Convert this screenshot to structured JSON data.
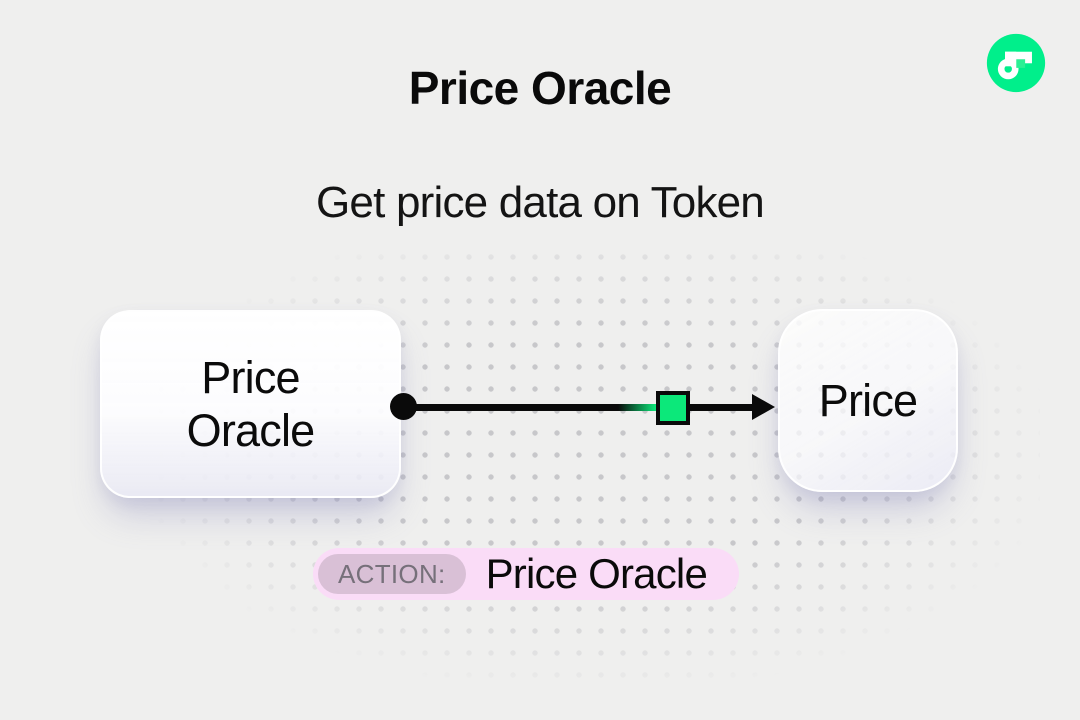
{
  "header": {
    "title": "Price Oracle",
    "subtitle": "Get price data on Token"
  },
  "logo": {
    "name": "flow-logo",
    "brand_color": "#00EF8B"
  },
  "diagram": {
    "source_node": {
      "label": "Price Oracle"
    },
    "target_node": {
      "label": "Price"
    },
    "connector": {
      "marker_color": "#0CE87A",
      "line_color": "#0A0A0A"
    }
  },
  "action_badge": {
    "label": "ACTION:",
    "value": "Price Oracle",
    "colors": {
      "badge_bg": "#FADCF7",
      "label_bg": "#D9C0D6",
      "label_text": "#76707A"
    }
  }
}
